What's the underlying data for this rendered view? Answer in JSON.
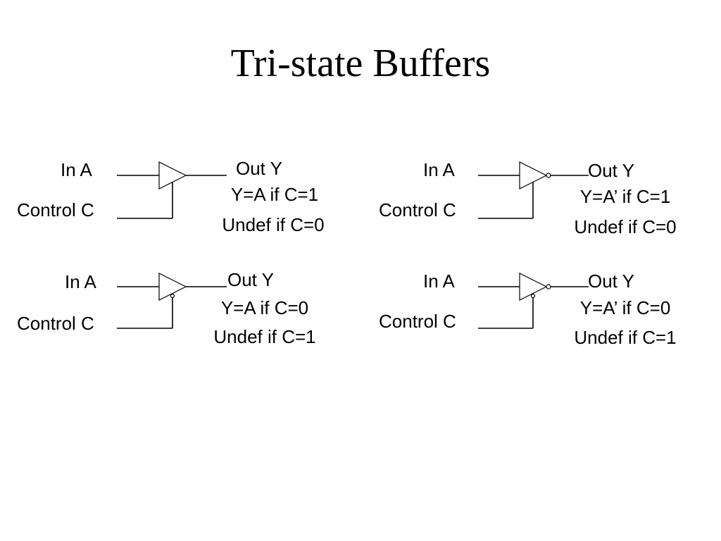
{
  "title": "Tri-state Buffers",
  "circuits": [
    {
      "in_label": "In A",
      "control_label": "Control C",
      "out_label": "Out Y",
      "eq_line": "Y=A if C=1",
      "undef_line": "Undef if C=0",
      "inverted_output": false,
      "active_low_control": false
    },
    {
      "in_label": "In A",
      "control_label": "Control C",
      "out_label": "Out Y",
      "eq_line": "Y=A’ if C=1",
      "undef_line": "Undef if C=0",
      "inverted_output": true,
      "active_low_control": false
    },
    {
      "in_label": "In A",
      "control_label": "Control C",
      "out_label": "Out Y",
      "eq_line": "Y=A if C=0",
      "undef_line": "Undef if C=1",
      "inverted_output": false,
      "active_low_control": true
    },
    {
      "in_label": "In A",
      "control_label": "Control C",
      "out_label": "Out Y",
      "eq_line": "Y=A’ if C=0",
      "undef_line": "Undef if C=1",
      "inverted_output": true,
      "active_low_control": true
    }
  ]
}
